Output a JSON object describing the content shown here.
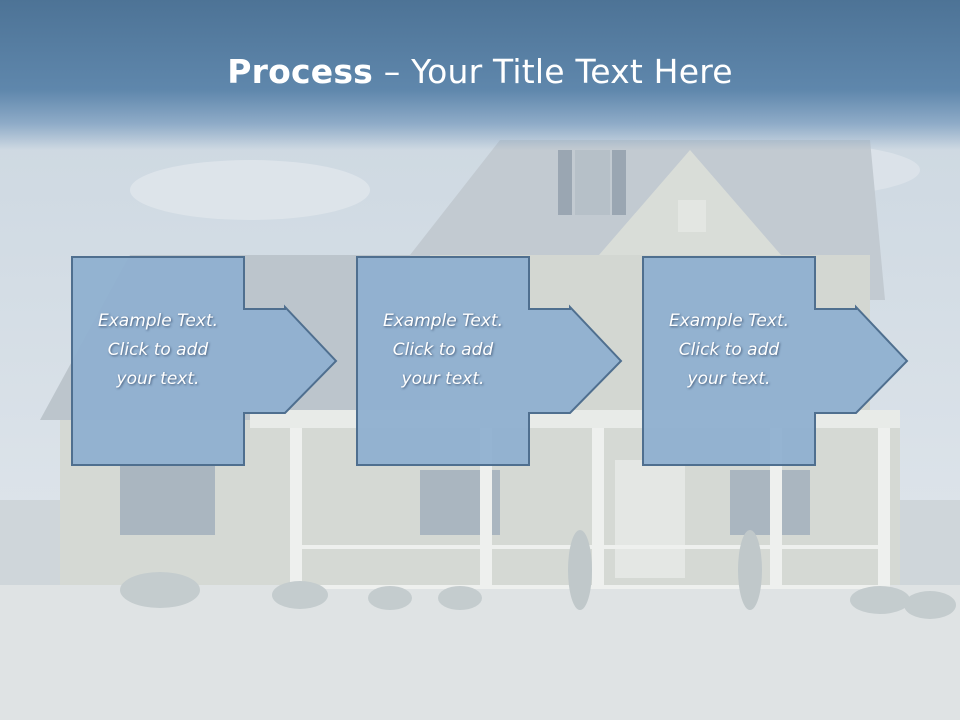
{
  "slide": {
    "title_bold": "Process",
    "title_rest": " – Your Title Text Here"
  },
  "steps": [
    {
      "line1": "Example Text.",
      "line2": "Click  to add",
      "line3": "your text."
    },
    {
      "line1": "Example Text.",
      "line2": "Click  to add",
      "line3": "your text."
    },
    {
      "line1": "Example Text.",
      "line2": "Click  to add",
      "line3": "your text."
    }
  ],
  "colors": {
    "title_band": "#5f87ac",
    "box_fill": "#8fb0d0",
    "box_border": "#4f6f8f",
    "text": "#ffffff"
  }
}
